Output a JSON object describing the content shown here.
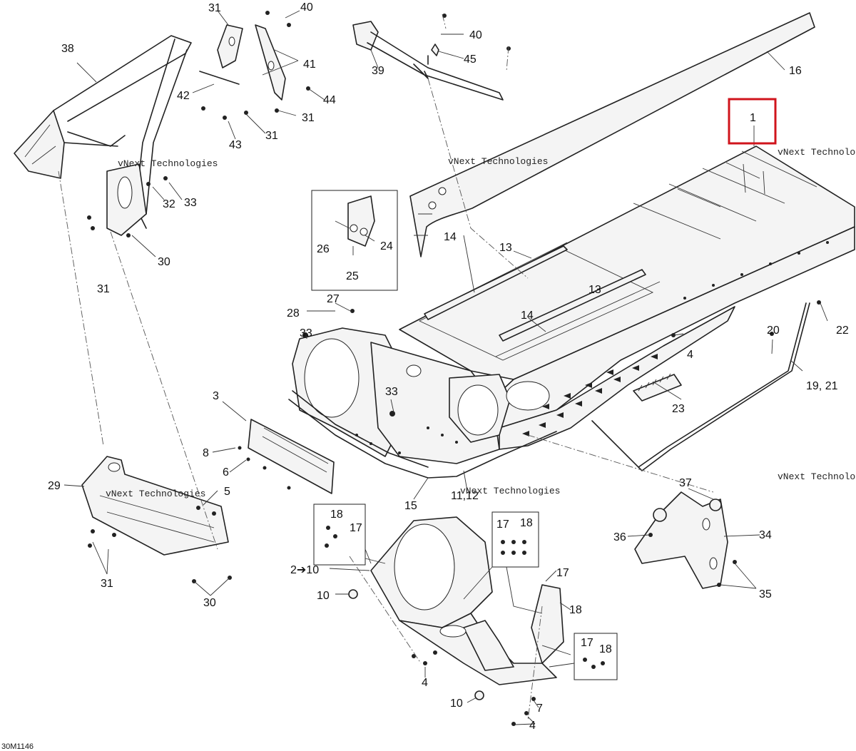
{
  "diagram_id": "30M1146",
  "watermark": "vNext Technologies",
  "highlight_callout": "1",
  "callouts": {
    "c1": "1",
    "c3": "3",
    "c4a": "4",
    "c4b": "4",
    "c4c": "4",
    "c5": "5",
    "c6": "6",
    "c7": "7",
    "c8": "8",
    "c10a": "10",
    "c10b": "10",
    "c2to10": "2➔10",
    "c1112": "11,12",
    "c13a": "13",
    "c13b": "13",
    "c14a": "14",
    "c14b": "14",
    "c15": "15",
    "c16": "16",
    "c17a": "17",
    "c17b": "17",
    "c17c": "17",
    "c17d": "17",
    "c18a": "18",
    "c18b": "18",
    "c18c": "18",
    "c18d": "18",
    "c1921": "19, 21",
    "c20": "20",
    "c22": "22",
    "c23": "23",
    "c24": "24",
    "c25": "25",
    "c26": "26",
    "c27": "27",
    "c28": "28",
    "c29": "29",
    "c30a": "30",
    "c30b": "30",
    "c31a": "31",
    "c31b": "31",
    "c31c": "31",
    "c31d": "31",
    "c31e": "31",
    "c32": "32",
    "c33a": "33",
    "c33b": "33",
    "c33c": "33",
    "c34": "34",
    "c35": "35",
    "c36": "36",
    "c37": "37",
    "c38": "38",
    "c39": "39",
    "c40a": "40",
    "c40b": "40",
    "c41": "41",
    "c42": "42",
    "c43": "43",
    "c44": "44",
    "c45": "45"
  }
}
